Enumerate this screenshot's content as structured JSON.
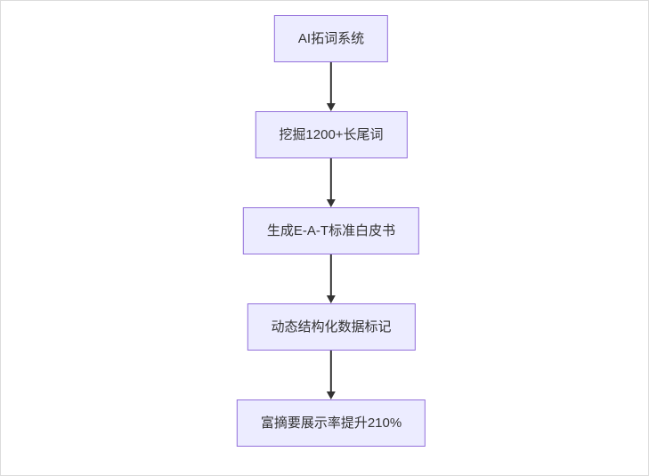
{
  "diagram": {
    "type": "flowchart",
    "direction": "top-down",
    "nodes": [
      {
        "id": "A",
        "label": "AI拓词系统"
      },
      {
        "id": "B",
        "label": "挖掘1200+长尾词"
      },
      {
        "id": "C",
        "label": "生成E-A-T标准白皮书"
      },
      {
        "id": "D",
        "label": "动态结构化数据标记"
      },
      {
        "id": "E",
        "label": "富摘要展示率提升210%"
      }
    ],
    "edges": [
      {
        "from": "A",
        "to": "B"
      },
      {
        "from": "B",
        "to": "C"
      },
      {
        "from": "C",
        "to": "D"
      },
      {
        "from": "D",
        "to": "E"
      }
    ],
    "colors": {
      "node_fill": "#ececff",
      "node_border": "#9370db",
      "arrow": "#333333",
      "text": "#333333",
      "background": "#ffffff"
    }
  }
}
